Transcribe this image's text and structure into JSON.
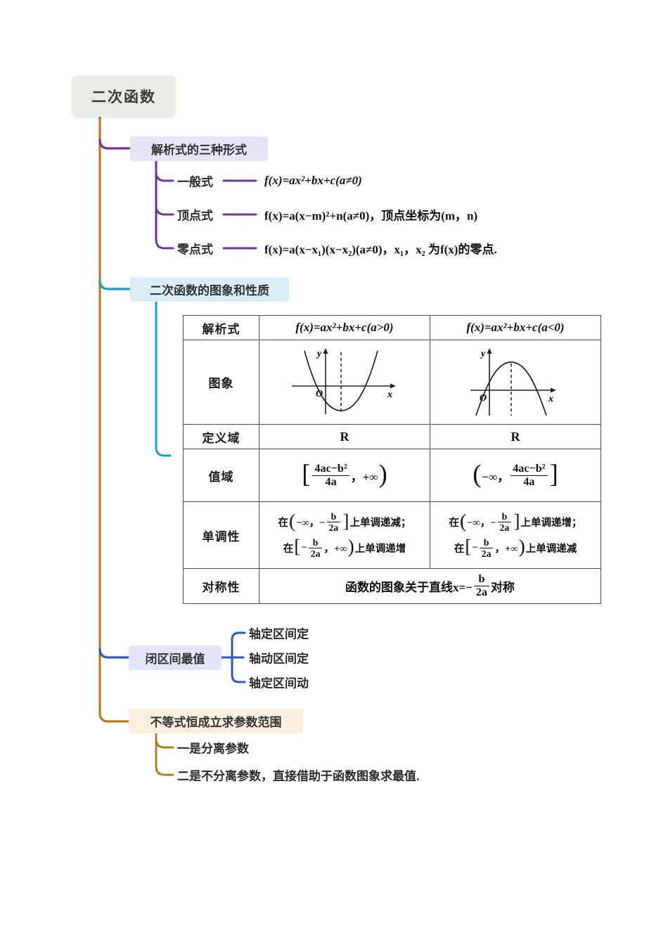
{
  "root": {
    "label": "二次函数"
  },
  "colors": {
    "trunk_gold": "#a9811d",
    "branch_purple": "#7030a0",
    "branch_cyan": "#1a9fc9",
    "branch_blue": "#2d58c0",
    "node_root_bg": "#e9ece4",
    "node_b1_bg": "#e9e3f8",
    "node_b2_bg": "#dcedfa",
    "node_b3_bg": "#e2e6f8",
    "node_b4_bg": "#fdeedd",
    "table_border": "#4a4a4a"
  },
  "branch1": {
    "label": "解析式的三种形式",
    "children": [
      {
        "label": "一般式",
        "formula": "f(x)=ax²+bx+c(a≠0)"
      },
      {
        "label": "顶点式",
        "formula": "f(x)=a(x−m)²+n(a≠0)，顶点坐标为(m，n)"
      },
      {
        "label": "零点式",
        "formula": "f(x)=a(x−x₁)(x−x₂)(a≠0)，x₁，x₂ 为f(x)的零点."
      }
    ]
  },
  "branch2": {
    "label": "二次函数的图象和性质",
    "table": {
      "row_labels": [
        "解析式",
        "图象",
        "定义域",
        "值域",
        "单调性",
        "对称性"
      ],
      "analytic": {
        "pos": "f(x)=ax²+bx+c(a>0)",
        "neg": "f(x)=ax²+bx+c(a<0)"
      },
      "graph_labels": {
        "y": "y",
        "x": "x",
        "o": "O"
      },
      "domain": {
        "pos": "R",
        "neg": "R"
      },
      "range": {
        "pos": {
          "open": "[",
          "num": "4ac−b²",
          "den": "4a",
          "after": "，+∞",
          "close": ")"
        },
        "neg": {
          "open": "(",
          "before": "−∞，",
          "num": "4ac−b²",
          "den": "4a",
          "close": "]"
        }
      },
      "mono": {
        "pos": [
          {
            "pre": "在",
            "open": "(",
            "before": "−∞，−",
            "num": "b",
            "den": "2a",
            "after": "",
            "close": "]",
            "suf": "上单调递减；"
          },
          {
            "pre": "在",
            "open": "[",
            "before": "−",
            "num": "b",
            "den": "2a",
            "after": "，+∞",
            "close": ")",
            "suf": "上单调递增"
          }
        ],
        "neg": [
          {
            "pre": "在",
            "open": "(",
            "before": "−∞，−",
            "num": "b",
            "den": "2a",
            "after": "",
            "close": "]",
            "suf": "上单调递增；"
          },
          {
            "pre": "在",
            "open": "[",
            "before": "−",
            "num": "b",
            "den": "2a",
            "after": "，+∞",
            "close": ")",
            "suf": "上单调递减"
          }
        ]
      },
      "symmetry": {
        "pre": "函数的图象关于直线x=−",
        "num": "b",
        "den": "2a",
        "suf": "对称"
      }
    }
  },
  "branch3": {
    "label": "闭区间最值",
    "children": [
      {
        "label": "轴定区间定"
      },
      {
        "label": "轴动区间定"
      },
      {
        "label": "轴定区间动"
      }
    ]
  },
  "branch4": {
    "label": "不等式恒成立求参数范围",
    "children": [
      {
        "label": "一是分离参数"
      },
      {
        "label": "二是不分离参数，直接借助于函数图象求最值."
      }
    ]
  }
}
